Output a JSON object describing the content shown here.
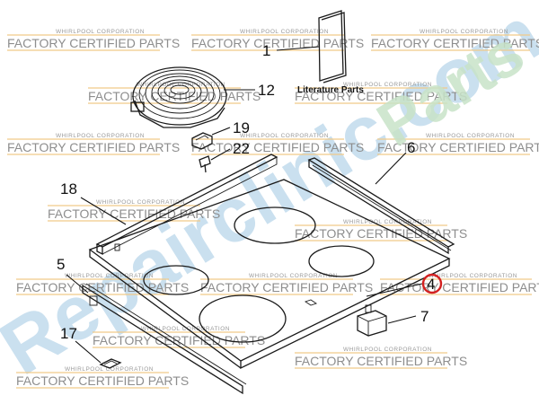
{
  "watermark": {
    "small": "WHIRLPOOL CORPORATION",
    "big": "FACTORY CERTIFIED PARTS",
    "brand": "Repairclinic.com",
    "brand_tail": "Parts"
  },
  "literature_label": "Literature Parts",
  "callouts": {
    "c1": "1",
    "c12": "12",
    "c19": "19",
    "c22": "22",
    "c6": "6",
    "c18": "18",
    "c5": "5",
    "c4": "4",
    "c7": "7",
    "c17": "17"
  },
  "colors": {
    "watermark_rule": "#f0c989",
    "watermark_brand_blue": "#b9d6ea",
    "watermark_brand_green": "#c8e3c8",
    "highlight_circle": "#d32020"
  }
}
